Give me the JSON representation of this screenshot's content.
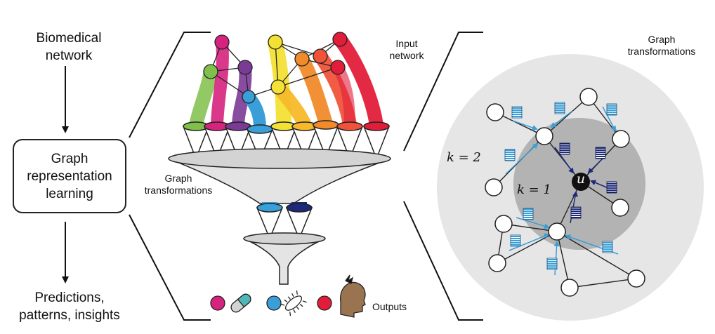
{
  "flow": {
    "input_line1": "Biomedical",
    "input_line2": "network",
    "box_line1": "Graph",
    "box_line2": "representation",
    "box_line3": "learning",
    "output_line1": "Predictions,",
    "output_line2": "patterns, insights"
  },
  "funnel": {
    "input_network_line1": "Input",
    "input_network_line2": "network",
    "graph_transformations_line1": "Graph",
    "graph_transformations_line2": "transformations",
    "outputs_label": "Outputs"
  },
  "detail": {
    "title_line1": "Graph",
    "title_line2": "transformations",
    "k2_label": "k = 2",
    "k1_label": "k = 1",
    "center_node_label": "u"
  },
  "colors": {
    "outer_circle": "#e6e6e6",
    "inner_circle": "#b3b3b3",
    "light_blue": "#3a9fd8",
    "dark_blue": "#1d2a7a",
    "pink": "#d6237e",
    "purple": "#7b3a96",
    "green": "#7fbf4a",
    "yellow": "#f3e135",
    "orange": "#f08a2a",
    "red": "#e11d3a"
  }
}
